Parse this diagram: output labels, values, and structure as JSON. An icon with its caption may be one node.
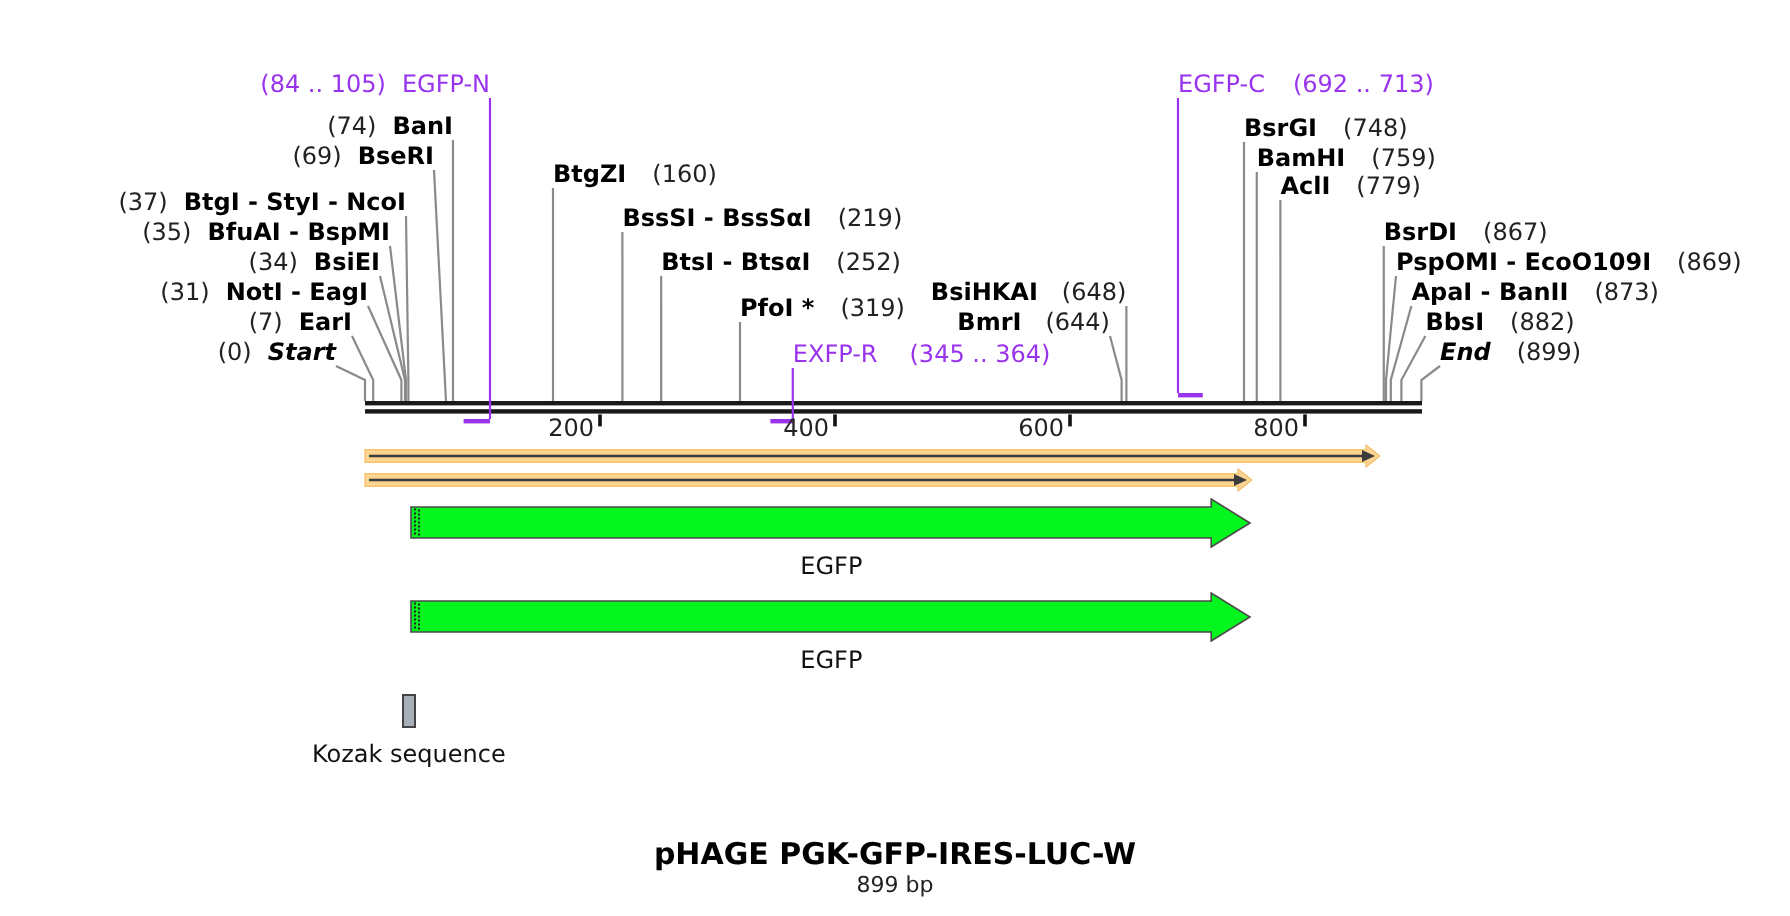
{
  "diagram": {
    "title": "pHAGE PGK-GFP-IRES-LUC-W",
    "caption": "899 bp",
    "nodes": [
      {
        "text": [
          "(84 .. 105)",
          "EGFP-N"
        ]
      },
      {
        "text": [
          "EGFP-C",
          "(692 .. 713)"
        ]
      },
      {
        "text": [
          "(74)",
          "BanI"
        ]
      },
      {
        "text": [
          "BsrGI",
          "(748)"
        ]
      },
      {
        "text": [
          "(69)",
          "BseRI"
        ]
      },
      {
        "text": [
          "BamHI",
          "(759)"
        ]
      },
      {
        "text": [
          "BtgZI",
          "(160)"
        ]
      },
      {
        "text": [
          "AclI",
          "(779)"
        ]
      },
      {
        "text": [
          "(37)",
          "BtgI - StyI - NcoI"
        ]
      },
      {
        "text": [
          "BssSI - BssSαI",
          "(219)"
        ]
      },
      {
        "text": [
          "(35)",
          "BfuAI - BspMI"
        ]
      },
      {
        "text": [
          "BsrDI",
          "(867)"
        ]
      },
      {
        "text": [
          "(34)",
          "BsiEI"
        ]
      },
      {
        "text": [
          "BtsI - BtsαI",
          "(252)"
        ]
      },
      {
        "text": [
          "PspOMI - EcoO109I",
          "(869)"
        ]
      },
      {
        "text": [
          "(31)",
          "NotI - EagI"
        ]
      },
      {
        "text": [
          "ApaI - BanII",
          "(873)"
        ]
      },
      {
        "text": [
          "PfoI *",
          "(319)"
        ]
      },
      {
        "text": [
          "(7)",
          "EarI"
        ]
      },
      {
        "text": [
          "BmrI",
          "(644)"
        ]
      },
      {
        "text": [
          "BbsI",
          "(882)"
        ]
      },
      {
        "text": [
          "(0)",
          "Start"
        ]
      },
      {
        "text": [
          "EXFP-R",
          "(345 .. 364)"
        ]
      },
      {
        "text": [
          "BsiHKAI",
          "(648)"
        ]
      },
      {
        "text": [
          "End",
          "(899)"
        ]
      },
      {
        "text": [],
        "shape": "bar"
      },
      {
        "text": [],
        "shape": "bar"
      },
      {
        "text": [],
        "shape": "bar"
      },
      {
        "text": [],
        "shape": "bar"
      },
      {
        "text": [],
        "shape": "arrow"
      },
      {
        "text": [],
        "shape": "arrow"
      },
      {
        "text": [
          "EGFP"
        ]
      },
      {
        "text": [
          "EGFP"
        ]
      },
      {
        "text": [
          "Kozak sequence"
        ]
      }
    ],
    "edges": [
      {
        "from": 0,
        "to": 26,
        "arrow": "none",
        "color": "#9933ee"
      },
      {
        "from": 1,
        "to": 28,
        "arrow": "none",
        "color": "#9933ee"
      },
      {
        "from": 2,
        "to": 25,
        "arrow": "none"
      },
      {
        "from": 3,
        "to": 25,
        "arrow": "none"
      },
      {
        "from": 4,
        "to": 25,
        "arrow": "none"
      },
      {
        "from": 5,
        "to": 25,
        "arrow": "none"
      },
      {
        "from": 6,
        "to": 25,
        "arrow": "none"
      },
      {
        "from": 7,
        "to": 25,
        "arrow": "none"
      },
      {
        "from": 8,
        "to": 25,
        "arrow": "none"
      },
      {
        "from": 9,
        "to": 25,
        "arrow": "none"
      },
      {
        "from": 10,
        "to": 25,
        "arrow": "none"
      },
      {
        "from": 11,
        "to": 25,
        "arrow": "none"
      },
      {
        "from": 12,
        "to": 25,
        "arrow": "none"
      },
      {
        "from": 13,
        "to": 25,
        "arrow": "none"
      },
      {
        "from": 14,
        "to": 25,
        "arrow": "none"
      },
      {
        "from": 15,
        "to": 25,
        "arrow": "none"
      },
      {
        "from": 16,
        "to": 25,
        "arrow": "none"
      },
      {
        "from": 17,
        "to": 25,
        "arrow": "none"
      },
      {
        "from": 18,
        "to": 25,
        "arrow": "none"
      },
      {
        "from": 19,
        "to": 25,
        "arrow": "none"
      },
      {
        "from": 20,
        "to": 25,
        "arrow": "none"
      },
      {
        "from": 21,
        "to": 25,
        "arrow": "none"
      },
      {
        "from": 22,
        "to": 27,
        "arrow": "none",
        "color": "#9933ee"
      },
      {
        "from": 23,
        "to": 25,
        "arrow": "none"
      },
      {
        "from": 24,
        "to": 25,
        "arrow": "none"
      }
    ],
    "labels": [
      "200",
      "400",
      "600",
      "800"
    ]
  }
}
